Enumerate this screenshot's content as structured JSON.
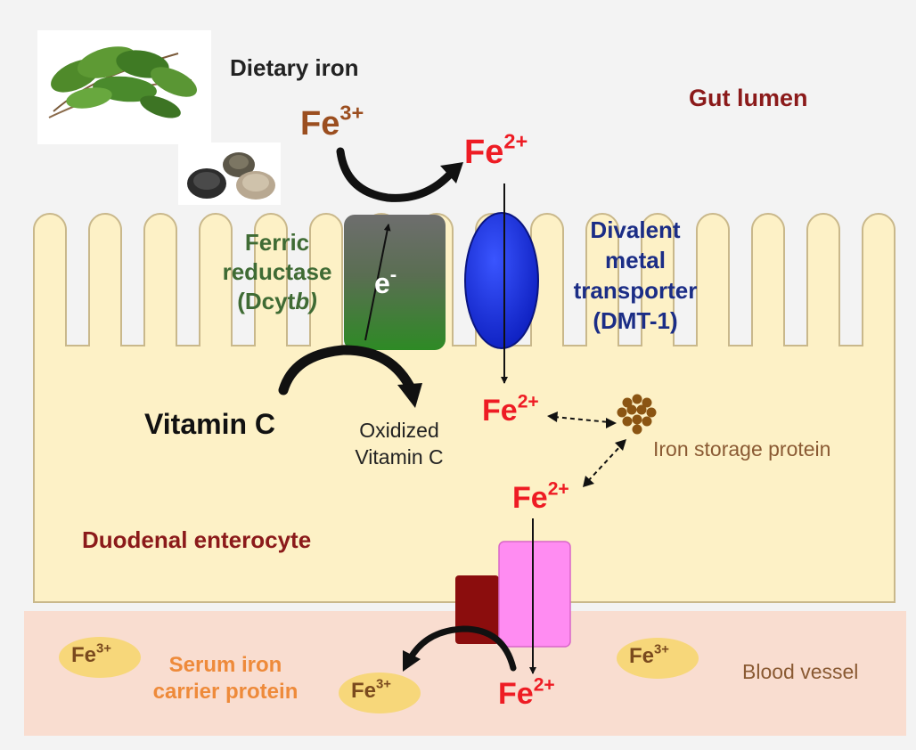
{
  "labels": {
    "dietary_iron": "Dietary iron",
    "gut_lumen": "Gut lumen",
    "ferric_reductase_line1": "Ferric",
    "ferric_reductase_line2": "reductase",
    "dcytb_prefix": "(Dcyt",
    "dcytb_italic": "b)",
    "electron": "e",
    "electron_sup": "-",
    "dmt1_line1": "Divalent",
    "dmt1_line2": "metal",
    "dmt1_line3": "transporter",
    "dmt1_line4": "(DMT-1)",
    "vitamin_c": "Vitamin C",
    "oxidized_line1": "Oxidized",
    "oxidized_line2": "Vitamin C",
    "iron_storage": "Iron storage protein",
    "duodenal": "Duodenal enterocyte",
    "serum_line1": "Serum iron",
    "serum_line2": "carrier protein",
    "blood_vessel": "Blood vessel"
  },
  "ions": {
    "fe_base": "Fe",
    "fe3_charge": "3+",
    "fe2_charge": "2+"
  },
  "colors": {
    "cell_fill": "#fdf1c6",
    "cell_stroke": "#c9b88b",
    "blood_fill": "#f9ddd0",
    "reductase_top": "#6a6a6a",
    "reductase_bottom": "#2f8a26",
    "dmt1_blue": "#1a2fe0",
    "exporter_pink": "#ff8cf2",
    "hephaestin_red": "#8b0d0d",
    "storage_brown": "#8b5513",
    "fe_oval_fill": "#f7d77a"
  }
}
